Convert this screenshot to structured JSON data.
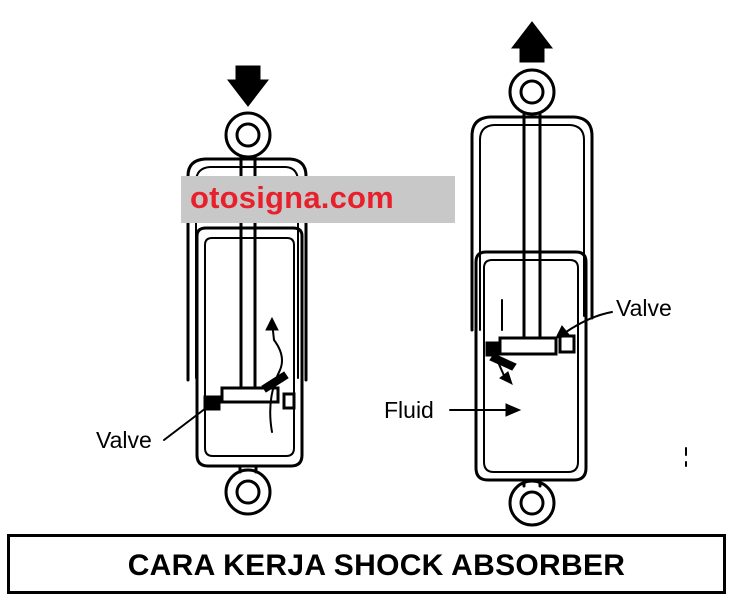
{
  "watermark": {
    "text": "otosigna.com",
    "color": "#e8202c",
    "background": "#c8c8c8"
  },
  "left_absorber": {
    "motion_arrow": "arrow-down-icon",
    "valve_label": "Valve"
  },
  "right_absorber": {
    "motion_arrow": "arrow-up-icon",
    "valve_label": "Valve",
    "fluid_label": "Fluid"
  },
  "caption": {
    "text": "CARA KERJA SHOCK ABSORBER"
  }
}
